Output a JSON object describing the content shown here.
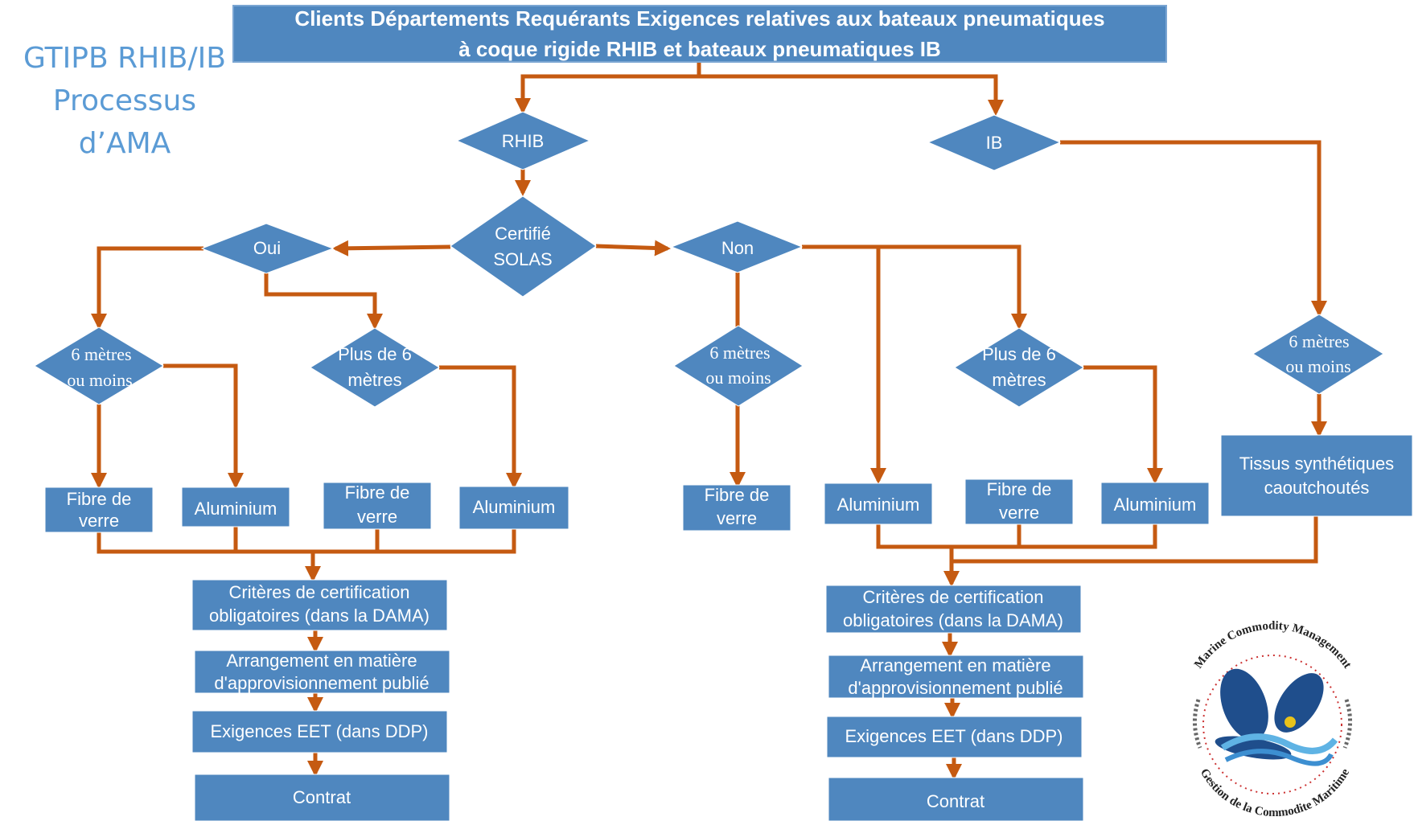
{
  "side_title": {
    "line1": "GTIPB RHIB/IB",
    "line2": "Processus",
    "line3": "d’AMA"
  },
  "header": {
    "line1": "Clients Départements Requérants Exigences relatives aux bateaux pneumatiques",
    "line2": "à coque rigide RHIB et bateaux pneumatiques IB"
  },
  "decisions": {
    "rhib": "RHIB",
    "ib": "IB",
    "certified_line1": "Certifié",
    "certified_line2": "SOLAS",
    "yes": "Oui",
    "no": "Non",
    "six_or_less_line1": "6 mètres",
    "six_or_less_line2": "ou moins",
    "more_than_six_line1": "Plus de 6",
    "more_than_six_line2": "mètres"
  },
  "materials": {
    "fiberglass_line1": "Fibre de",
    "fiberglass_line2": "verre",
    "aluminium": "Aluminium",
    "rubber_line1": "Tissus synthétiques",
    "rubber_line2": "caoutchoutés"
  },
  "process_steps": {
    "criteria_line1": "Critères de certification",
    "criteria_line2": "obligatoires (dans la DAMA)",
    "arrangement_line1": "Arrangement en matière",
    "arrangement_line2": "d'approvisionnement publié",
    "tet_requirements": "Exigences EET (dans DDP)",
    "contract": "Contrat"
  },
  "logo": {
    "text_top": "Marine Commodity Management",
    "text_bottom": "Gestion de la Commodite Maritime"
  },
  "colors": {
    "node_blue": "#4f87bf",
    "connector_orange": "#c55a11",
    "title_blue": "#5b9bd5"
  }
}
